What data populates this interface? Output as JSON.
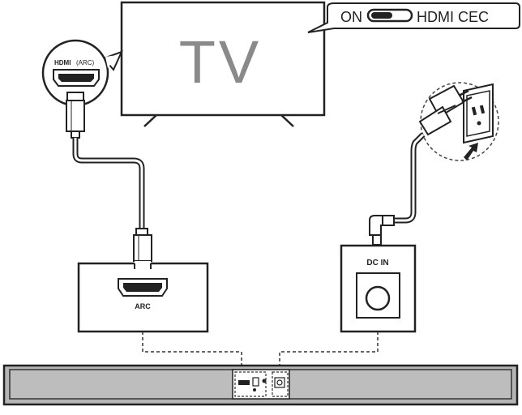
{
  "tv": {
    "label": "TV"
  },
  "callout": {
    "on_label": "ON",
    "cec_label": "HDMI CEC"
  },
  "tv_port": {
    "logo_text": "HDMI",
    "arc_text": "(ARC)"
  },
  "soundbar_hdmi_panel": {
    "label": "ARC"
  },
  "dc_panel": {
    "label": "DC IN"
  },
  "colors": {
    "line": "#222222",
    "soundbar": "#b5b5b5",
    "tv_fill": "#ffffff",
    "connector": "#555555"
  },
  "icons": [
    "hdmi-port-icon",
    "hdmi-plug-icon",
    "power-plug-icon",
    "wall-socket-icon",
    "arrow-icon",
    "toggle-switch-icon"
  ]
}
